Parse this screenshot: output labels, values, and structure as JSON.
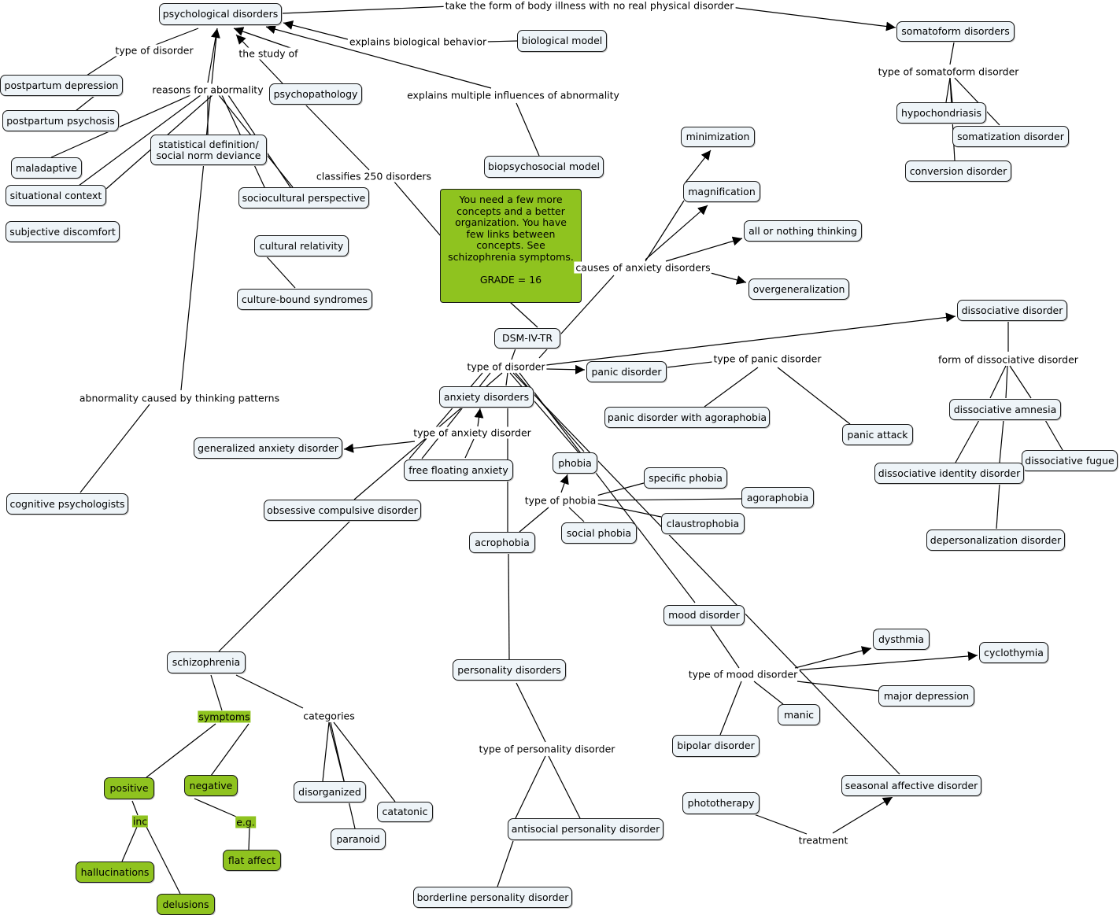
{
  "nodes": {
    "psych_disorders": "psychological disorders",
    "somatoform": "somatoform disorders",
    "biological_model": "biological model",
    "postpartum_depression": "postpartum depression",
    "postpartum_psychosis": "postpartum psychosis",
    "psychopathology": "psychopathology",
    "maladaptive": "maladaptive",
    "statistical": "statistical definition/\nsocial norm deviance",
    "situational": "situational context",
    "subjective": "subjective discomfort",
    "sociocultural": "sociocultural perspective",
    "cultural_relativity": "cultural relativity",
    "culture_bound": "culture-bound syndromes",
    "biopsychosocial": "biopsychosocial model",
    "minimization": "minimization",
    "magnification": "magnification",
    "all_or_nothing": "all or nothing thinking",
    "overgeneralization": "overgeneralization",
    "hypochondriasis": "hypochondriasis",
    "somatization": "somatization disorder",
    "conversion": "conversion disorder",
    "dissociative": "dissociative disorder",
    "dsm": "DSM-IV-TR",
    "panic_disorder": "panic disorder",
    "anxiety": "anxiety disorders",
    "panic_agoraphobia": "panic disorder with agoraphobia",
    "panic_attack": "panic attack",
    "dissociative_amnesia": "dissociative amnesia",
    "dissociative_fugue": "dissociative fugue",
    "dissociative_identity": "dissociative identity disorder",
    "depersonalization": "depersonalization disorder",
    "gad": "generalized anxiety disorder",
    "free_floating": "free floating anxiety",
    "phobia": "phobia",
    "specific_phobia": "specific phobia",
    "agoraphobia": "agoraphobia",
    "claustrophobia": "claustrophobia",
    "social_phobia": "social phobia",
    "ocd": "obsessive compulsive disorder",
    "acrophobia": "acrophobia",
    "cognitive": "cognitive psychologists",
    "mood": "mood disorder",
    "dysthmia": "dysthmia",
    "cyclothymia": "cyclothymia",
    "major_depression": "major depression",
    "manic": "manic",
    "bipolar": "bipolar disorder",
    "schizophrenia": "schizophrenia",
    "personality": "personality disorders",
    "positive": "positive",
    "negative": "negative",
    "disorganized": "disorganized",
    "catatonic": "catatonic",
    "paranoid": "paranoid",
    "flat_affect": "flat affect",
    "hallucinations": "hallucinations",
    "delusions": "delusions",
    "phototherapy": "phototherapy",
    "seasonal": "seasonal affective disorder",
    "antisocial": "antisocial personality disorder",
    "borderline": "borderline personality disorder"
  },
  "note": "You need a few more concepts and a better organization. You have few links between concepts. See schizophrenia symptoms.\n\nGRADE = 16",
  "links": {
    "take_form": "take the form of body illness with no real physical disorder",
    "type_of_disorder_top": "type of disorder",
    "the_study_of": "the study of",
    "explains_bio": "explains biological behavior",
    "reasons": "reasons for abormality",
    "type_somatoform": "type of somatoform disorder",
    "explains_multi": "explains multiple influences of abnormality",
    "classifies": "classifies 250 disorders",
    "causes_anxiety": "causes of anxiety disorders",
    "type_of_disorder_dsm": "type of disorder",
    "type_panic": "type of panic disorder",
    "form_dissociative": "form of dissociative disorder",
    "abnormality_thinking": "abnormality caused by thinking patterns",
    "type_anxiety": "type of anxiety disorder",
    "type_phobia": "type of phobia",
    "type_mood": "type of mood disorder",
    "symptoms": "symptoms",
    "categories": "categories",
    "type_personality": "type of personality disorder",
    "inc": "inc",
    "eg": "e.g.",
    "treatment": "treatment"
  }
}
